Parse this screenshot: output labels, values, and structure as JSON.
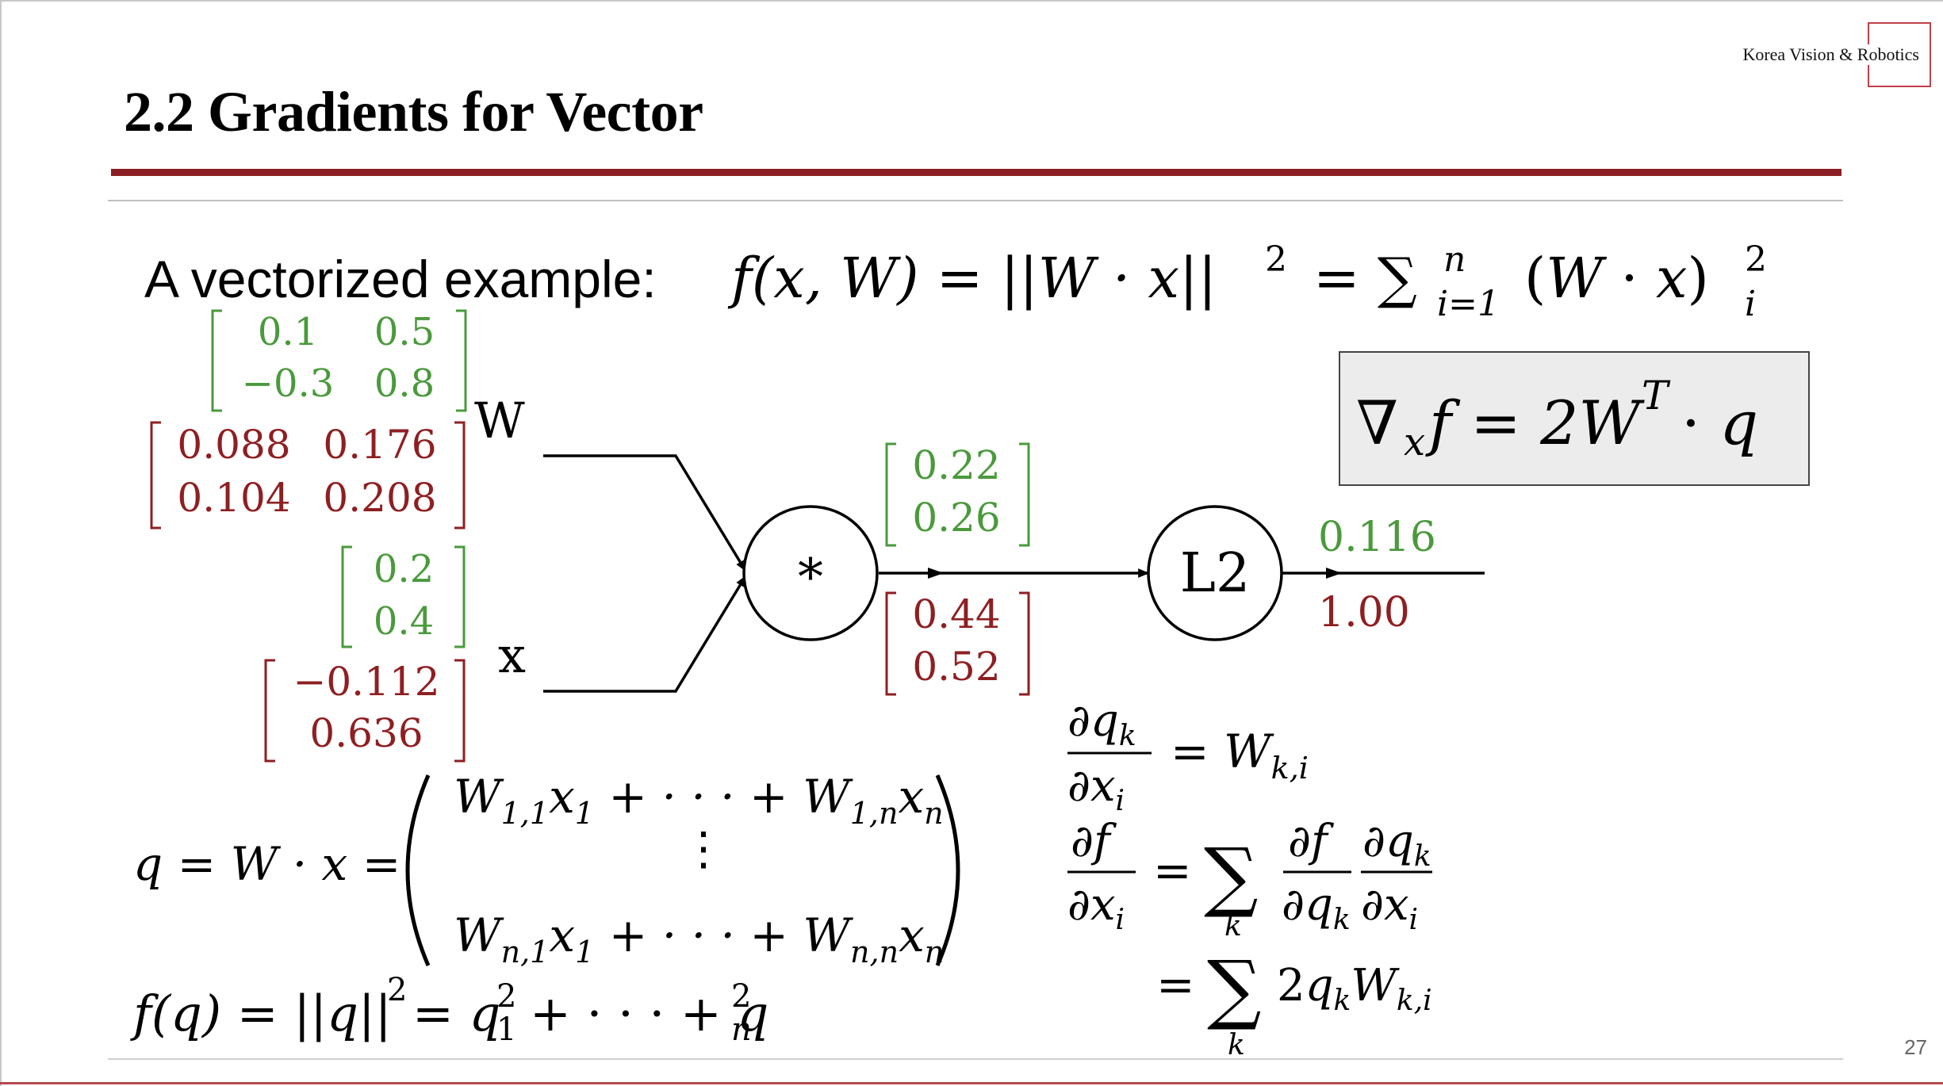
{
  "header": {
    "brand": "Korea Vision & Robotics",
    "title": "2.2 Gradients for Vector"
  },
  "slide": {
    "intro_text": "A vectorized example:",
    "page_number": "27"
  },
  "graph": {
    "node_multiply": "*",
    "node_l2": "L2",
    "input_w_label": "W",
    "input_x_label": "x",
    "w_forward": [
      [
        "0.1",
        "0.5"
      ],
      [
        "−0.3",
        "0.8"
      ]
    ],
    "w_gradient": [
      [
        "0.088",
        "0.176"
      ],
      [
        "0.104",
        "0.208"
      ]
    ],
    "x_forward": [
      "0.2",
      "0.4"
    ],
    "x_gradient": [
      "−0.112",
      "0.636"
    ],
    "q_forward": [
      "0.22",
      "0.26"
    ],
    "q_gradient": [
      "0.44",
      "0.52"
    ],
    "output_forward": "0.116",
    "output_gradient": "1.00"
  },
  "colors": {
    "forward_green": "#4a9a3c",
    "gradient_red": "#8e1f22",
    "title_rule": "#8b1e24",
    "highlight_box_fill": "#ececec"
  }
}
